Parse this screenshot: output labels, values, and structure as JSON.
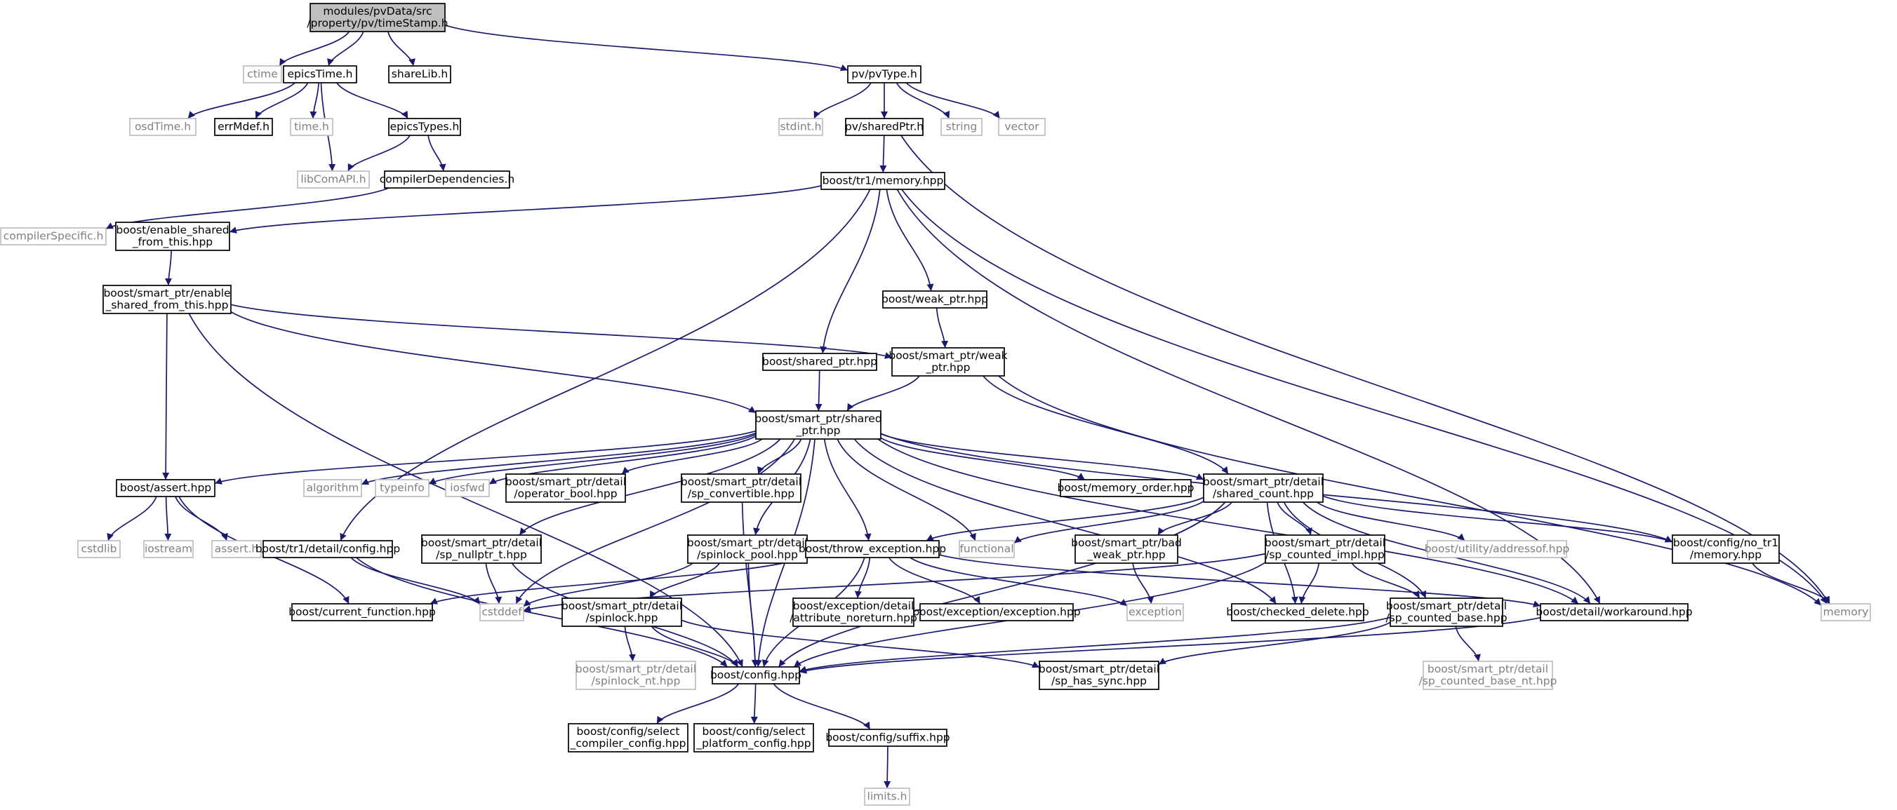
{
  "colors": {
    "edge": "#191970",
    "root_fill": "#bfbfbf",
    "doc_border": "#000000",
    "ext_border": "#bfbfbf",
    "ext_text": "#808080"
  },
  "nodes": {
    "timeStamp": {
      "lines": [
        "modules/pvData/src",
        "/property/pv/timeStamp.h"
      ],
      "kind": "root"
    },
    "ctime": {
      "lines": [
        "ctime"
      ],
      "kind": "ext"
    },
    "epicsTime": {
      "lines": [
        "epicsTime.h"
      ],
      "kind": "doc"
    },
    "shareLib": {
      "lines": [
        "shareLib.h"
      ],
      "kind": "doc"
    },
    "pvType": {
      "lines": [
        "pv/pvType.h"
      ],
      "kind": "doc"
    },
    "osdTime": {
      "lines": [
        "osdTime.h"
      ],
      "kind": "ext"
    },
    "errMdef": {
      "lines": [
        "errMdef.h"
      ],
      "kind": "doc"
    },
    "timeh": {
      "lines": [
        "time.h"
      ],
      "kind": "ext"
    },
    "epicsTypes": {
      "lines": [
        "epicsTypes.h"
      ],
      "kind": "doc"
    },
    "libComAPI": {
      "lines": [
        "libComAPI.h"
      ],
      "kind": "ext"
    },
    "compilerDependencies": {
      "lines": [
        "compilerDependencies.h"
      ],
      "kind": "doc"
    },
    "compilerSpecific": {
      "lines": [
        "compilerSpecific.h"
      ],
      "kind": "ext"
    },
    "stdint": {
      "lines": [
        "stdint.h"
      ],
      "kind": "ext"
    },
    "sharedPtr": {
      "lines": [
        "pv/sharedPtr.h"
      ],
      "kind": "doc"
    },
    "string": {
      "lines": [
        "string"
      ],
      "kind": "ext"
    },
    "vector": {
      "lines": [
        "vector"
      ],
      "kind": "ext"
    },
    "tr1memory": {
      "lines": [
        "boost/tr1/memory.hpp"
      ],
      "kind": "doc"
    },
    "enableShared": {
      "lines": [
        "boost/enable_shared",
        "_from_this.hpp"
      ],
      "kind": "doc"
    },
    "spEnableShared": {
      "lines": [
        "boost/smart_ptr/enable",
        "_shared_from_this.hpp"
      ],
      "kind": "doc"
    },
    "weakPtr": {
      "lines": [
        "boost/weak_ptr.hpp"
      ],
      "kind": "doc"
    },
    "sharedPtrHpp": {
      "lines": [
        "boost/shared_ptr.hpp"
      ],
      "kind": "doc"
    },
    "spWeakPtr": {
      "lines": [
        "boost/smart_ptr/weak",
        "_ptr.hpp"
      ],
      "kind": "doc"
    },
    "spSharedPtr": {
      "lines": [
        "boost/smart_ptr/shared",
        "_ptr.hpp"
      ],
      "kind": "doc"
    },
    "assert": {
      "lines": [
        "boost/assert.hpp"
      ],
      "kind": "doc"
    },
    "algorithm": {
      "lines": [
        "algorithm"
      ],
      "kind": "ext"
    },
    "typeinfo": {
      "lines": [
        "typeinfo"
      ],
      "kind": "ext"
    },
    "iosfwd": {
      "lines": [
        "iosfwd"
      ],
      "kind": "ext"
    },
    "operatorBool": {
      "lines": [
        "boost/smart_ptr/detail",
        "/operator_bool.hpp"
      ],
      "kind": "doc"
    },
    "spConvertible": {
      "lines": [
        "boost/smart_ptr/detail",
        "/sp_convertible.hpp"
      ],
      "kind": "doc"
    },
    "memoryOrder": {
      "lines": [
        "boost/memory_order.hpp"
      ],
      "kind": "doc"
    },
    "sharedCount": {
      "lines": [
        "boost/smart_ptr/detail",
        "/shared_count.hpp"
      ],
      "kind": "doc"
    },
    "cstdlib": {
      "lines": [
        "cstdlib"
      ],
      "kind": "ext"
    },
    "iostream": {
      "lines": [
        "iostream"
      ],
      "kind": "ext"
    },
    "asserth": {
      "lines": [
        "assert.h"
      ],
      "kind": "ext"
    },
    "tr1config": {
      "lines": [
        "boost/tr1/detail/config.hpp"
      ],
      "kind": "doc"
    },
    "spNullptr": {
      "lines": [
        "boost/smart_ptr/detail",
        "/sp_nullptr_t.hpp"
      ],
      "kind": "doc"
    },
    "spinlockPool": {
      "lines": [
        "boost/smart_ptr/detail",
        "/spinlock_pool.hpp"
      ],
      "kind": "doc"
    },
    "throwException": {
      "lines": [
        "boost/throw_exception.hpp"
      ],
      "kind": "doc"
    },
    "functional": {
      "lines": [
        "functional"
      ],
      "kind": "ext"
    },
    "badWeakPtr": {
      "lines": [
        "boost/smart_ptr/bad",
        "_weak_ptr.hpp"
      ],
      "kind": "doc"
    },
    "spCountedImpl": {
      "lines": [
        "boost/smart_ptr/detail",
        "/sp_counted_impl.hpp"
      ],
      "kind": "doc"
    },
    "addressof": {
      "lines": [
        "boost/utility/addressof.hpp"
      ],
      "kind": "ext"
    },
    "noTr1Memory": {
      "lines": [
        "boost/config/no_tr1",
        "/memory.hpp"
      ],
      "kind": "doc"
    },
    "currentFunction": {
      "lines": [
        "boost/current_function.hpp"
      ],
      "kind": "doc"
    },
    "cstddef": {
      "lines": [
        "cstddef"
      ],
      "kind": "ext"
    },
    "spinlock": {
      "lines": [
        "boost/smart_ptr/detail",
        "/spinlock.hpp"
      ],
      "kind": "doc"
    },
    "attrNoreturn": {
      "lines": [
        "boost/exception/detail",
        "/attribute_noreturn.hpp"
      ],
      "kind": "doc"
    },
    "exceptionHpp": {
      "lines": [
        "boost/exception/exception.hpp"
      ],
      "kind": "doc"
    },
    "exception": {
      "lines": [
        "exception"
      ],
      "kind": "ext"
    },
    "checkedDelete": {
      "lines": [
        "boost/checked_delete.hpp"
      ],
      "kind": "doc"
    },
    "spCountedBase": {
      "lines": [
        "boost/smart_ptr/detail",
        "/sp_counted_base.hpp"
      ],
      "kind": "doc"
    },
    "workaround": {
      "lines": [
        "boost/detail/workaround.hpp"
      ],
      "kind": "doc"
    },
    "memory": {
      "lines": [
        "memory"
      ],
      "kind": "ext"
    },
    "spinlockNt": {
      "lines": [
        "boost/smart_ptr/detail",
        "/spinlock_nt.hpp"
      ],
      "kind": "ext"
    },
    "config": {
      "lines": [
        "boost/config.hpp"
      ],
      "kind": "doc"
    },
    "spHasSync": {
      "lines": [
        "boost/smart_ptr/detail",
        "/sp_has_sync.hpp"
      ],
      "kind": "doc"
    },
    "spCountedBaseNt": {
      "lines": [
        "boost/smart_ptr/detail",
        "/sp_counted_base_nt.hpp"
      ],
      "kind": "ext"
    },
    "selectCompiler": {
      "lines": [
        "boost/config/select",
        "_compiler_config.hpp"
      ],
      "kind": "doc"
    },
    "selectPlatform": {
      "lines": [
        "boost/config/select",
        "_platform_config.hpp"
      ],
      "kind": "doc"
    },
    "suffix": {
      "lines": [
        "boost/config/suffix.hpp"
      ],
      "kind": "doc"
    },
    "limits": {
      "lines": [
        "limits.h"
      ],
      "kind": "ext"
    }
  },
  "edges": [
    [
      "timeStamp",
      "ctime"
    ],
    [
      "timeStamp",
      "epicsTime"
    ],
    [
      "timeStamp",
      "shareLib"
    ],
    [
      "timeStamp",
      "pvType"
    ],
    [
      "epicsTime",
      "osdTime"
    ],
    [
      "epicsTime",
      "errMdef"
    ],
    [
      "epicsTime",
      "timeh"
    ],
    [
      "epicsTime",
      "epicsTypes"
    ],
    [
      "epicsTime",
      "libComAPI"
    ],
    [
      "epicsTypes",
      "libComAPI"
    ],
    [
      "epicsTypes",
      "compilerDependencies"
    ],
    [
      "compilerDependencies",
      "compilerSpecific"
    ],
    [
      "pvType",
      "stdint"
    ],
    [
      "pvType",
      "sharedPtr"
    ],
    [
      "pvType",
      "string"
    ],
    [
      "pvType",
      "vector"
    ],
    [
      "sharedPtr",
      "tr1memory"
    ],
    [
      "sharedPtr",
      "memory"
    ],
    [
      "tr1memory",
      "enableShared"
    ],
    [
      "tr1memory",
      "weakPtr"
    ],
    [
      "tr1memory",
      "sharedPtrHpp"
    ],
    [
      "tr1memory",
      "tr1config"
    ],
    [
      "tr1memory",
      "workaround"
    ],
    [
      "tr1memory",
      "memory"
    ],
    [
      "enableShared",
      "spEnableShared"
    ],
    [
      "spEnableShared",
      "spWeakPtr"
    ],
    [
      "spEnableShared",
      "spSharedPtr"
    ],
    [
      "spEnableShared",
      "assert"
    ],
    [
      "spEnableShared",
      "config"
    ],
    [
      "weakPtr",
      "spWeakPtr"
    ],
    [
      "sharedPtrHpp",
      "spSharedPtr"
    ],
    [
      "spWeakPtr",
      "spSharedPtr"
    ],
    [
      "spWeakPtr",
      "sharedCount"
    ],
    [
      "spWeakPtr",
      "memory"
    ],
    [
      "spSharedPtr",
      "assert"
    ],
    [
      "spSharedPtr",
      "algorithm"
    ],
    [
      "spSharedPtr",
      "typeinfo"
    ],
    [
      "spSharedPtr",
      "iosfwd"
    ],
    [
      "spSharedPtr",
      "operatorBool"
    ],
    [
      "spSharedPtr",
      "spConvertible"
    ],
    [
      "spSharedPtr",
      "memoryOrder"
    ],
    [
      "spSharedPtr",
      "sharedCount"
    ],
    [
      "spSharedPtr",
      "spNullptr"
    ],
    [
      "spSharedPtr",
      "spinlockPool"
    ],
    [
      "spSharedPtr",
      "throwException"
    ],
    [
      "spSharedPtr",
      "functional"
    ],
    [
      "spSharedPtr",
      "checkedDelete"
    ],
    [
      "spSharedPtr",
      "workaround"
    ],
    [
      "spSharedPtr",
      "noTr1Memory"
    ],
    [
      "spSharedPtr",
      "cstddef"
    ],
    [
      "spSharedPtr",
      "config"
    ],
    [
      "assert",
      "cstdlib"
    ],
    [
      "assert",
      "iostream"
    ],
    [
      "assert",
      "asserth"
    ],
    [
      "assert",
      "currentFunction"
    ],
    [
      "tr1config",
      "config"
    ],
    [
      "tr1config",
      "cstddef"
    ],
    [
      "spNullptr",
      "config"
    ],
    [
      "spNullptr",
      "cstddef"
    ],
    [
      "spConvertible",
      "config"
    ],
    [
      "spinlockPool",
      "config"
    ],
    [
      "spinlockPool",
      "spinlock"
    ],
    [
      "spinlockPool",
      "cstddef"
    ],
    [
      "spinlock",
      "spinlockNt"
    ],
    [
      "spinlock",
      "config"
    ],
    [
      "spinlock",
      "spHasSync"
    ],
    [
      "throwException",
      "currentFunction"
    ],
    [
      "throwException",
      "attrNoreturn"
    ],
    [
      "throwException",
      "exceptionHpp"
    ],
    [
      "throwException",
      "exception"
    ],
    [
      "throwException",
      "config"
    ],
    [
      "throwException",
      "workaround"
    ],
    [
      "sharedCount",
      "throwException"
    ],
    [
      "sharedCount",
      "functional"
    ],
    [
      "sharedCount",
      "badWeakPtr"
    ],
    [
      "sharedCount",
      "spCountedImpl"
    ],
    [
      "sharedCount",
      "addressof"
    ],
    [
      "sharedCount",
      "noTr1Memory"
    ],
    [
      "sharedCount",
      "checkedDelete"
    ],
    [
      "sharedCount",
      "spCountedBase"
    ],
    [
      "sharedCount",
      "workaround"
    ],
    [
      "sharedCount",
      "config"
    ],
    [
      "badWeakPtr",
      "exception"
    ],
    [
      "spCountedImpl",
      "checkedDelete"
    ],
    [
      "spCountedImpl",
      "spCountedBase"
    ],
    [
      "spCountedImpl",
      "cstddef"
    ],
    [
      "spCountedImpl",
      "config"
    ],
    [
      "spCountedBase",
      "spCountedBaseNt"
    ],
    [
      "spCountedBase",
      "config"
    ],
    [
      "spCountedBase",
      "spHasSync"
    ],
    [
      "noTr1Memory",
      "memory"
    ],
    [
      "workaround",
      "config"
    ],
    [
      "config",
      "selectCompiler"
    ],
    [
      "config",
      "selectPlatform"
    ],
    [
      "config",
      "suffix"
    ],
    [
      "suffix",
      "limits"
    ]
  ]
}
